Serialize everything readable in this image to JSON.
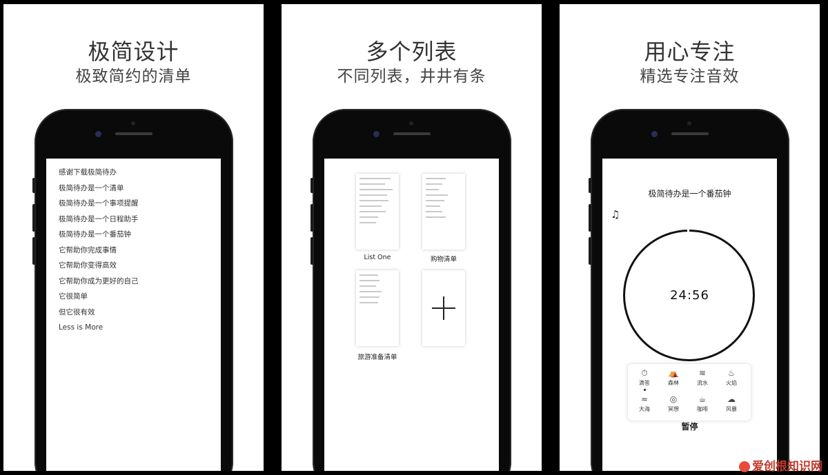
{
  "panels": [
    {
      "title": "极简设计",
      "subtitle": "极致简约的清单"
    },
    {
      "title": "多个列表",
      "subtitle": "不同列表，井井有条"
    },
    {
      "title": "用心专注",
      "subtitle": "精选专注音效"
    }
  ],
  "todo_items": [
    "感谢下载极简待办",
    "极简待办是一个清单",
    "极简待办是一个事项提醒",
    "极简待办是一个日程助手",
    "极简待办是一个番茄钟",
    "它帮助你完成事情",
    "它帮助你变得高效",
    "它帮助你成为更好的自己",
    "它很简单",
    "但它很有效",
    "Less is More"
  ],
  "lists": [
    "List One",
    "购物清单",
    "旅游准备清单"
  ],
  "timer": {
    "title": "极简待办是一个番茄钟",
    "time": "24:56",
    "pause_label": "暂停",
    "sounds": [
      {
        "label": "滴答",
        "icon": "stopwatch-icon",
        "glyph": "⏱",
        "selected": true
      },
      {
        "label": "森林",
        "icon": "tent-icon",
        "glyph": "⛺"
      },
      {
        "label": "流水",
        "icon": "waves-icon",
        "glyph": "≋"
      },
      {
        "label": "火焰",
        "icon": "flame-icon",
        "glyph": "♨"
      },
      {
        "label": "大海",
        "icon": "sea-icon",
        "glyph": "≈"
      },
      {
        "label": "冥想",
        "icon": "meditation-icon",
        "glyph": "◎"
      },
      {
        "label": "咖啡",
        "icon": "coffee-icon",
        "glyph": "☕"
      },
      {
        "label": "风暴",
        "icon": "storm-icon",
        "glyph": "☁"
      }
    ]
  },
  "watermark": "爱创根知识网"
}
